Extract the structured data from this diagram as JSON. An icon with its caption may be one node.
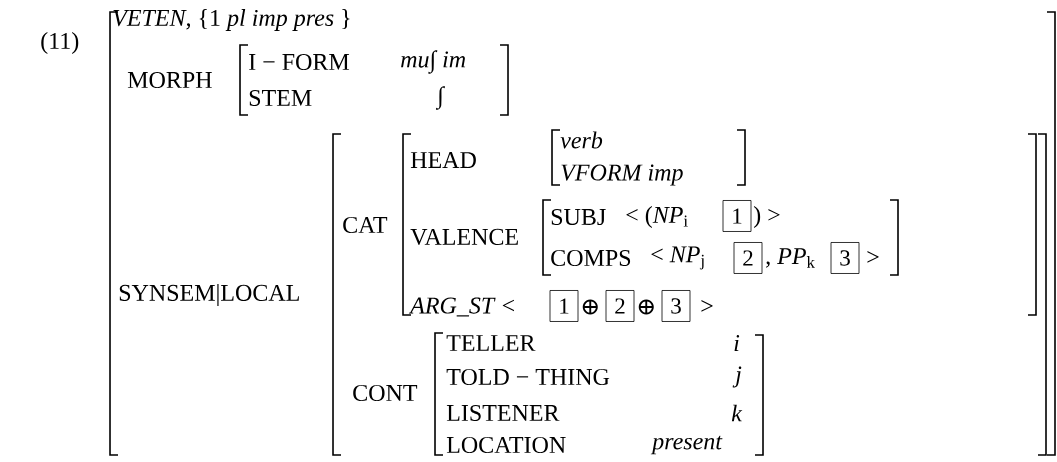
{
  "diagram": {
    "nodes": [
      {
        "text": [
          "1"
        ]
      },
      {
        "text": [
          "2"
        ]
      },
      {
        "text": [
          "3"
        ]
      },
      {
        "text": [
          "1"
        ]
      },
      {
        "text": [
          "2"
        ]
      },
      {
        "text": [
          "3"
        ]
      }
    ],
    "labels": [
      "(11)",
      "*VETEN*, {1 *pl imp pres* }",
      "MORPH",
      "I − FORM",
      "mu∫ im",
      "STEM",
      "∫",
      "SYNSEM|LOCAL",
      "CAT",
      "HEAD",
      "verb",
      "VFORM  imp",
      "VALENCE",
      "SUBJ",
      "< (*NP*$_{i}$",
      ") >",
      "COMPS",
      "< *NP*$_{j}$",
      ", *PP*$_{k}$",
      ">",
      "*ARG_ST* <",
      "⊕",
      "⊕",
      ">",
      "CONT",
      "TELLER",
      "i",
      "TOLD − THING",
      "j",
      "LISTENER",
      "k",
      "LOCATION",
      "present"
    ]
  }
}
